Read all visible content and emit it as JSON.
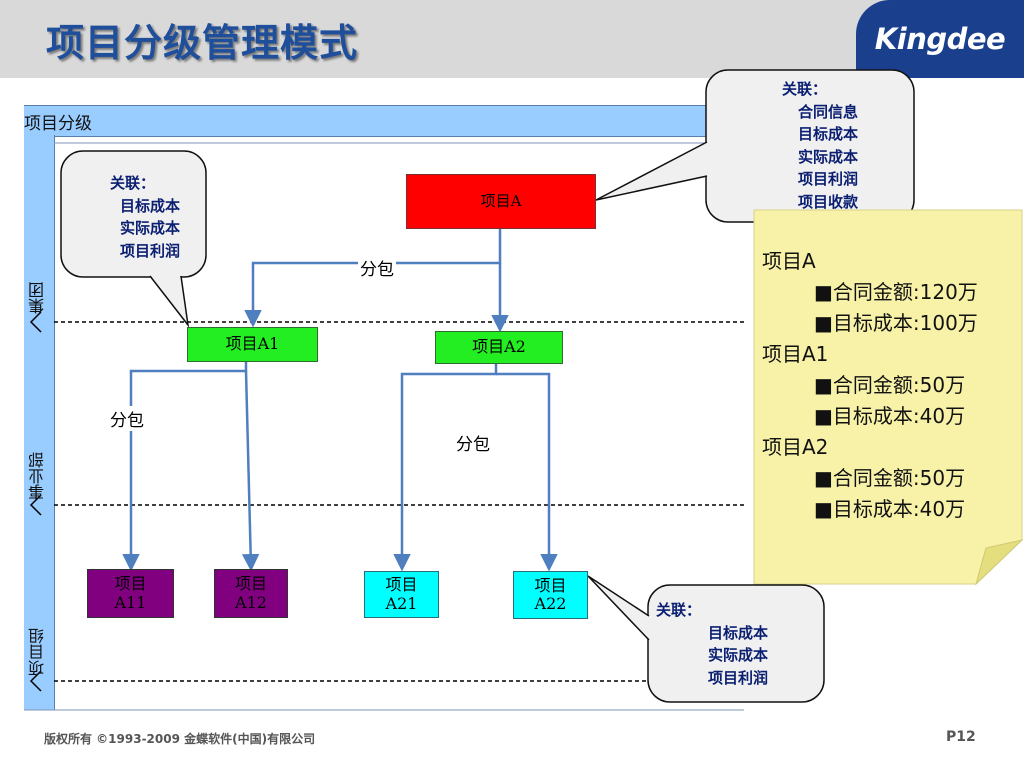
{
  "header": {
    "title": "项目分级管理模式",
    "logo": "Kingdee"
  },
  "lanes": {
    "header": "项目分级",
    "group": "集团",
    "division": "事业部",
    "project_team": "项目组"
  },
  "nodes": {
    "a": "项目A",
    "a1": "项目A1",
    "a2": "项目A2",
    "a11": [
      "项目",
      "A11"
    ],
    "a12": [
      "项目",
      "A12"
    ],
    "a21": [
      "项目",
      "A21"
    ],
    "a22": [
      "项目",
      "A22"
    ]
  },
  "edge_labels": {
    "subcontract_top": "分包",
    "subcontract_a1": "分包",
    "subcontract_a2": "分包"
  },
  "callouts": {
    "top_right": [
      "关联：",
      "合同信息",
      "目标成本",
      "实际成本",
      "项目利润",
      "项目收款"
    ],
    "left": [
      "关联：",
      "目标成本",
      "实际成本",
      "项目利润"
    ],
    "bottom_right": [
      "关联：",
      "目标成本",
      "实际成本",
      "项目利润"
    ]
  },
  "note": {
    "lines": [
      {
        "text": "项目A",
        "indent": false
      },
      {
        "text": "■合同金额:120万",
        "indent": true
      },
      {
        "text": "■目标成本:100万",
        "indent": true
      },
      {
        "text": "项目A1",
        "indent": false
      },
      {
        "text": "■合同金额:50万",
        "indent": true
      },
      {
        "text": "■目标成本:40万",
        "indent": true
      },
      {
        "text": "项目A2",
        "indent": false
      },
      {
        "text": "■合同金额:50万",
        "indent": true
      },
      {
        "text": "■目标成本:40万",
        "indent": true
      }
    ]
  },
  "footer": {
    "copyright": "版权所有 ©1993-2009 金蝶软件(中国)有限公司",
    "page": "P12"
  },
  "colors": {
    "project_a": "#ff0000",
    "level_1": "#22ee22",
    "a1_children": "#800080",
    "a2_children": "#00ffff",
    "lane": "#99ccff",
    "note": "#f7f2a8",
    "connector": "#4f7fbf",
    "callout_text": "#0b1f72",
    "title": "#1f4e9a",
    "logo_bg": "#1a3f8c"
  }
}
